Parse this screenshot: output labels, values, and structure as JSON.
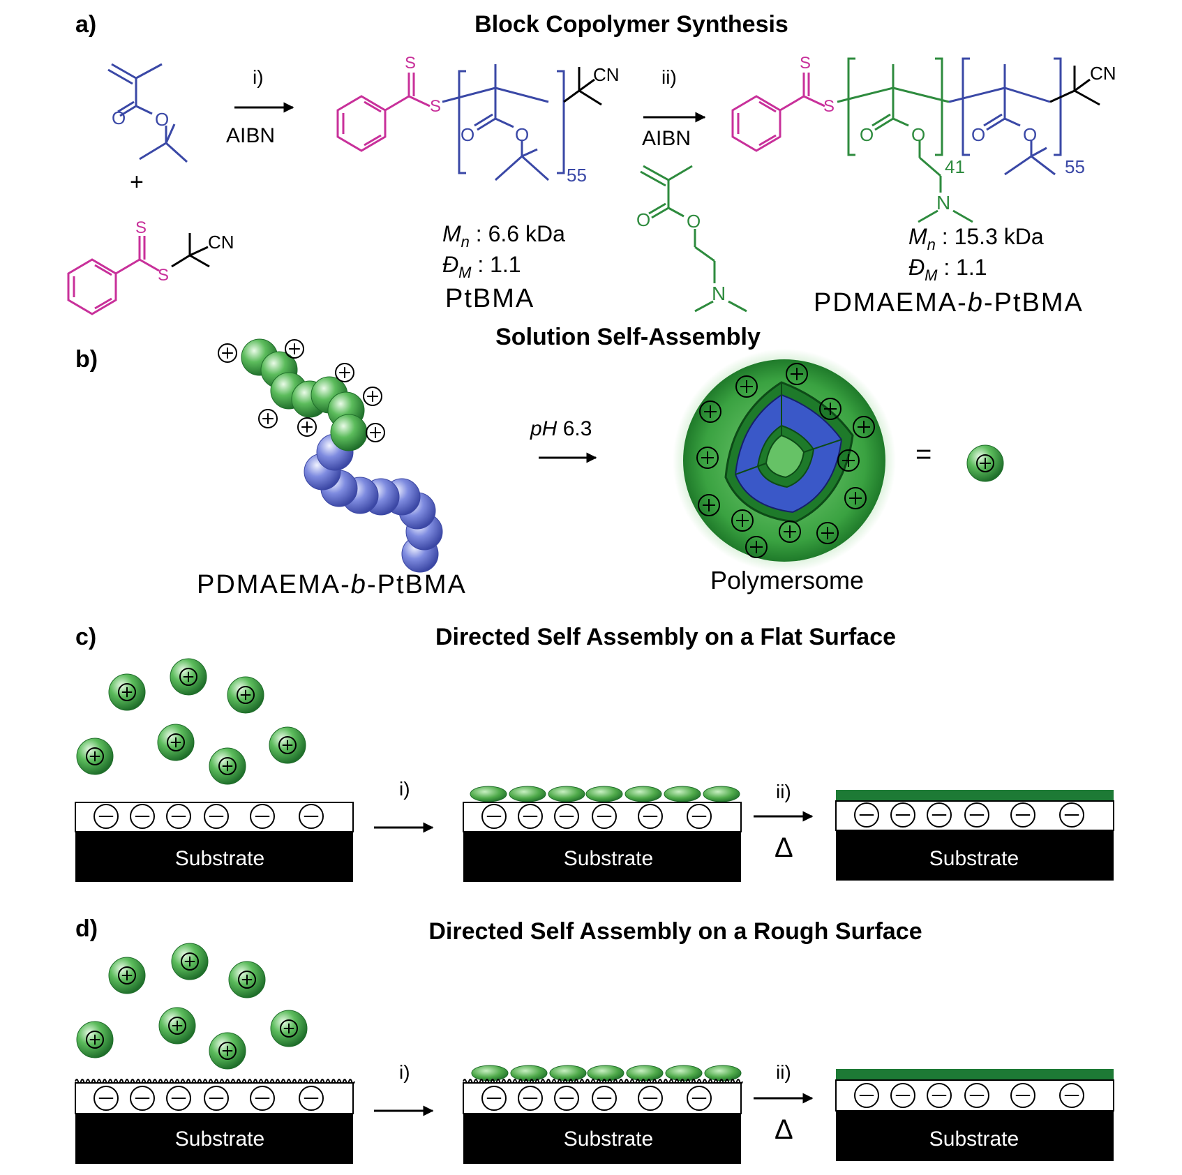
{
  "panels": {
    "a": {
      "label": "a)",
      "title": "Block Copolymer Synthesis",
      "step1": {
        "num": "i)",
        "reagent": "AIBN"
      },
      "step2": {
        "num": "ii)",
        "reagent": "AIBN"
      },
      "plus": "+",
      "atoms": {
        "sulfur": "S",
        "oxygen": "O",
        "nitrile": "CN",
        "nitrogen": "N"
      },
      "ptbma": {
        "mn_symbol": "M",
        "mn_sub": "n",
        "mn_value": " : 6.6 kDa",
        "d_symbol": "Đ",
        "d_sub": "M",
        "d_value": " : 1.1",
        "name": "PtBMA",
        "repeat": "55"
      },
      "copolymer": {
        "mn_symbol": "M",
        "mn_sub": "n",
        "mn_value": " : 15.3 kDa",
        "d_symbol": "Đ",
        "d_sub": "M",
        "d_value": " : 1.1",
        "name_pre": "PDMAEMA-",
        "name_b": "b",
        "name_post": "-PtBMA",
        "repeat_green": "41",
        "repeat_blue": "55"
      }
    },
    "b": {
      "label": "b)",
      "title": "Solution Self-Assembly",
      "condition_italic": "pH",
      "condition_value": " 6.3",
      "polymer_pre": "PDMAEMA-",
      "polymer_b": "b",
      "polymer_post": "-PtBMA",
      "vesicle_label": "Polymersome",
      "equals": "="
    },
    "c": {
      "label": "c)",
      "title": "Directed Self Assembly on a Flat Surface",
      "substrate": "Substrate",
      "step1": "i)",
      "step2": "ii)",
      "heat": "Δ"
    },
    "d": {
      "label": "d)",
      "title": "Directed Self Assembly on a Rough Surface",
      "substrate": "Substrate",
      "step1": "i)",
      "step2": "ii)",
      "heat": "Δ"
    }
  },
  "colors": {
    "magenta": "#c8309a",
    "blue": "#3a48a6",
    "green": "#2e8b3e",
    "bead_blue": "#6a78d8",
    "bead_green": "#4fae4f",
    "substrate": "#000000"
  }
}
